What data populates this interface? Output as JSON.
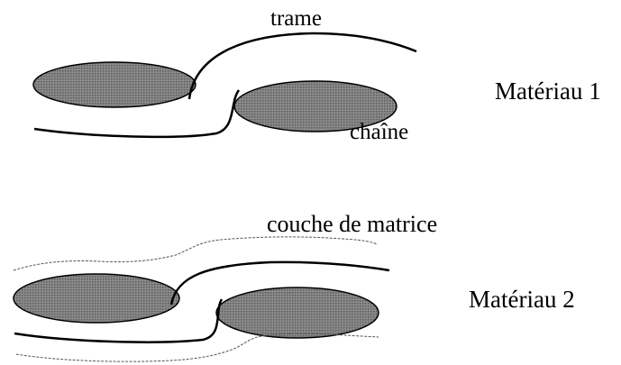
{
  "labels": {
    "trame": "trame",
    "chaine": "chaîne",
    "couche_de_matrice": "couche de matrice",
    "materiau_1": "Matériau 1",
    "materiau_2": "Matériau 2"
  },
  "colors": {
    "yarn_fill": "#7a7a7a",
    "line": "#000000",
    "matrix_line": "#555555",
    "background": "#ffffff"
  }
}
